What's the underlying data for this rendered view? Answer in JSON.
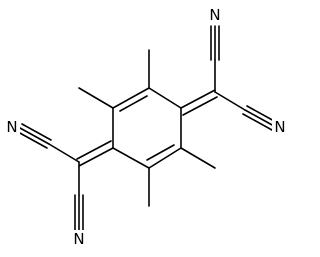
{
  "molecule": {
    "atom_labels": [
      {
        "id": "n-top-left",
        "text": "N"
      },
      {
        "id": "n-top-right",
        "text": "N"
      },
      {
        "id": "n-left",
        "text": "N"
      },
      {
        "id": "n-bottom",
        "text": "N"
      }
    ],
    "colors": {
      "bond": "#000000",
      "background": "#ffffff"
    }
  }
}
